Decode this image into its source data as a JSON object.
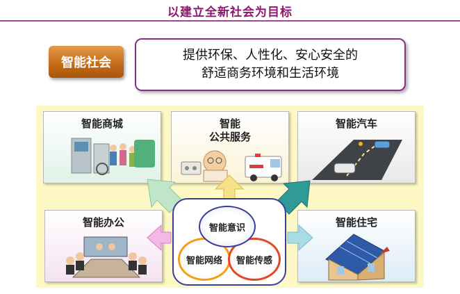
{
  "header": {
    "title": "以建立全新社会为目标"
  },
  "badge": {
    "label": "智能社会"
  },
  "goal": {
    "line1": "提供环保、人性化、安心安全的",
    "line2": "舒适商务环境和生活环境"
  },
  "cards": {
    "mall": "智能商城",
    "public_line1": "智能",
    "public_line2": "公共服务",
    "car": "智能汽车",
    "office": "智能办公",
    "home": "智能住宅"
  },
  "core": {
    "awareness": "智能意识",
    "network": "智能网络",
    "sensing": "智能传感"
  },
  "colors": {
    "title": "#8b1a6e",
    "badge": "#c26a17",
    "goal_border": "#8b2c8a",
    "background": "#fdf8c4",
    "arrow_mall": "#bfe6c8",
    "arrow_public": "#f6e08a",
    "arrow_car": "#2f9a97",
    "arrow_office": "#f3b8e6",
    "arrow_home": "#a9dce4",
    "ring_awareness": "#3b3d9a",
    "ring_network": "#f0a018",
    "ring_sensing": "#e0482a"
  }
}
